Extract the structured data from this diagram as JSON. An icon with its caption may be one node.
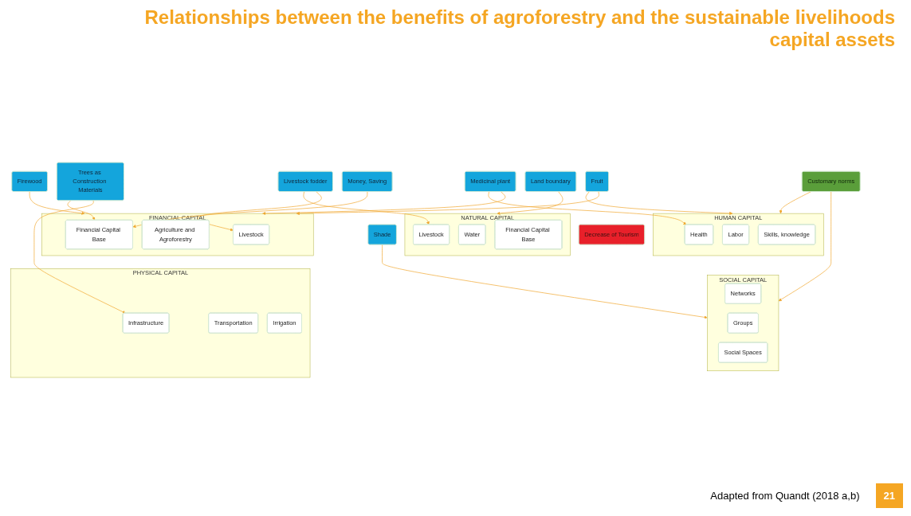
{
  "diagram": {
    "title": "Relationships between the benefits of agroforestry and the sustainable livelihoods capital assets",
    "nodes": [
      {
        "text": [
          "Land boundary"
        ]
      },
      {
        "text": [
          "Livestock fodder"
        ]
      },
      {
        "text": [
          "NATURAL CAPITAL"
        ]
      },
      {
        "text": [
          "Livestock"
        ],
        "in": 2
      },
      {
        "text": [
          "Water"
        ],
        "in": 2
      },
      {
        "text": [
          "Financial Capital Base"
        ],
        "in": 2
      },
      {
        "text": [
          "Decrease of Tourism"
        ]
      },
      {
        "text": [
          "HUMAN CAPITAL"
        ]
      },
      {
        "text": [
          "Health"
        ],
        "in": 7
      },
      {
        "text": [
          "Labor"
        ],
        "in": 7
      },
      {
        "text": [
          "Skills, knowledge"
        ],
        "in": 7
      },
      {
        "text": [
          "FINANCIAL CAPITAL"
        ]
      },
      {
        "text": [
          "Livestock"
        ],
        "in": 11
      },
      {
        "text": [
          "Agriculture and Agroforestry"
        ],
        "in": 11
      },
      {
        "text": [
          "Financial Capital Base"
        ],
        "in": 11
      },
      {
        "text": [
          "Medicinal plant"
        ]
      },
      {
        "text": [
          "Firewood"
        ]
      },
      {
        "text": [
          "Fruit"
        ]
      },
      {
        "text": [
          "Customary norms"
        ]
      },
      {
        "text": [
          "Shade"
        ]
      },
      {
        "text": [
          "Money, Saving"
        ]
      },
      {
        "text": [
          "SOCIAL CAPITAL"
        ]
      },
      {
        "text": [
          "Networks"
        ],
        "in": 21
      },
      {
        "text": [
          "Groups"
        ],
        "in": 21
      },
      {
        "text": [
          "Social Spaces"
        ],
        "in": 21
      },
      {
        "text": [
          "Trees as Construction Materials"
        ]
      },
      {
        "text": [
          "PHYSICAL CAPITAL"
        ]
      },
      {
        "text": [
          "Infrastructure"
        ],
        "in": 26
      },
      {
        "text": [
          "Transportation"
        ],
        "in": 26
      },
      {
        "text": [
          "Irrigation"
        ],
        "in": 26
      }
    ],
    "edges": [
      {
        "from": 0,
        "to": 2,
        "arrow": "to"
      },
      {
        "from": 1,
        "to": 3,
        "arrow": "to"
      },
      {
        "from": 1,
        "to": 12,
        "arrow": "to"
      },
      {
        "from": 15,
        "to": 11,
        "arrow": "to"
      },
      {
        "from": 15,
        "to": 8,
        "arrow": "to"
      },
      {
        "from": 17,
        "to": 7,
        "arrow": "to"
      },
      {
        "from": 16,
        "to": 11,
        "arrow": "to"
      },
      {
        "from": 17,
        "to": 11,
        "arrow": "to"
      },
      {
        "from": 20,
        "to": 14,
        "arrow": "to"
      },
      {
        "from": 25,
        "to": 14,
        "arrow": "to"
      },
      {
        "from": 25,
        "to": 27,
        "arrow": "to"
      },
      {
        "from": 18,
        "to": 7,
        "arrow": "to"
      },
      {
        "from": 18,
        "to": 21,
        "arrow": "to"
      },
      {
        "from": 19,
        "to": 21,
        "arrow": "to"
      }
    ],
    "labels": [
      "21",
      "Adapted from Quandt (2018 a,b)"
    ]
  }
}
